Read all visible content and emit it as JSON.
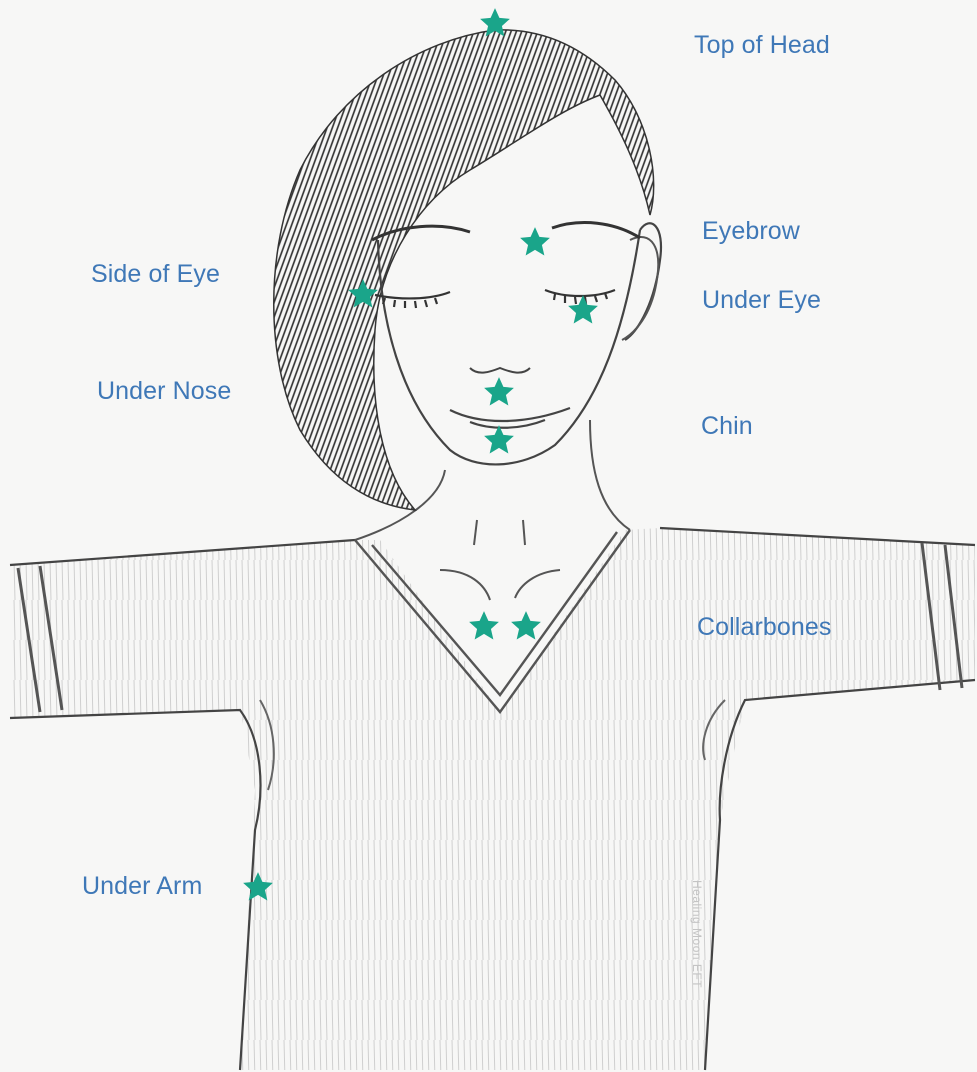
{
  "colors": {
    "label": "#3f78b7",
    "star": "#1aa58a",
    "pencil": "#3a3a3a"
  },
  "icons": {
    "marker": "star-icon"
  },
  "labels": {
    "top_of_head": "Top of Head",
    "eyebrow": "Eyebrow",
    "side_of_eye": "Side of Eye",
    "under_eye": "Under Eye",
    "under_nose": "Under Nose",
    "chin": "Chin",
    "collarbones": "Collarbones",
    "under_arm": "Under Arm"
  },
  "watermark": "Healing Moon EFT"
}
